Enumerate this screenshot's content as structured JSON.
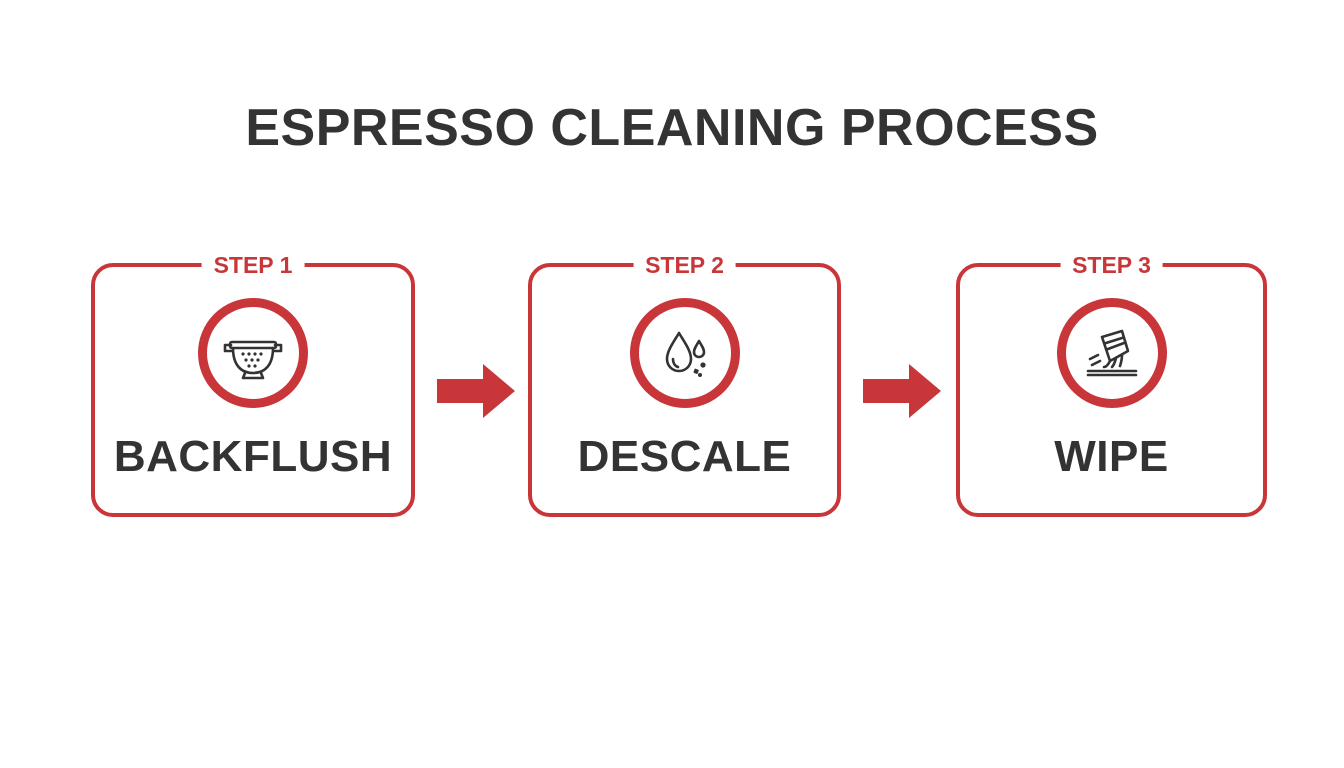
{
  "title": "ESPRESSO CLEANING PROCESS",
  "colors": {
    "accent": "#c8363a",
    "text": "#333333",
    "background": "#ffffff"
  },
  "steps": [
    {
      "label": "STEP 1",
      "name": "BACKFLUSH",
      "icon": "colander-icon"
    },
    {
      "label": "STEP 2",
      "name": "DESCALE",
      "icon": "water-drops-icon"
    },
    {
      "label": "STEP 3",
      "name": "WIPE",
      "icon": "wipe-cloth-icon"
    }
  ],
  "connectors": [
    "arrow-right-icon",
    "arrow-right-icon"
  ]
}
